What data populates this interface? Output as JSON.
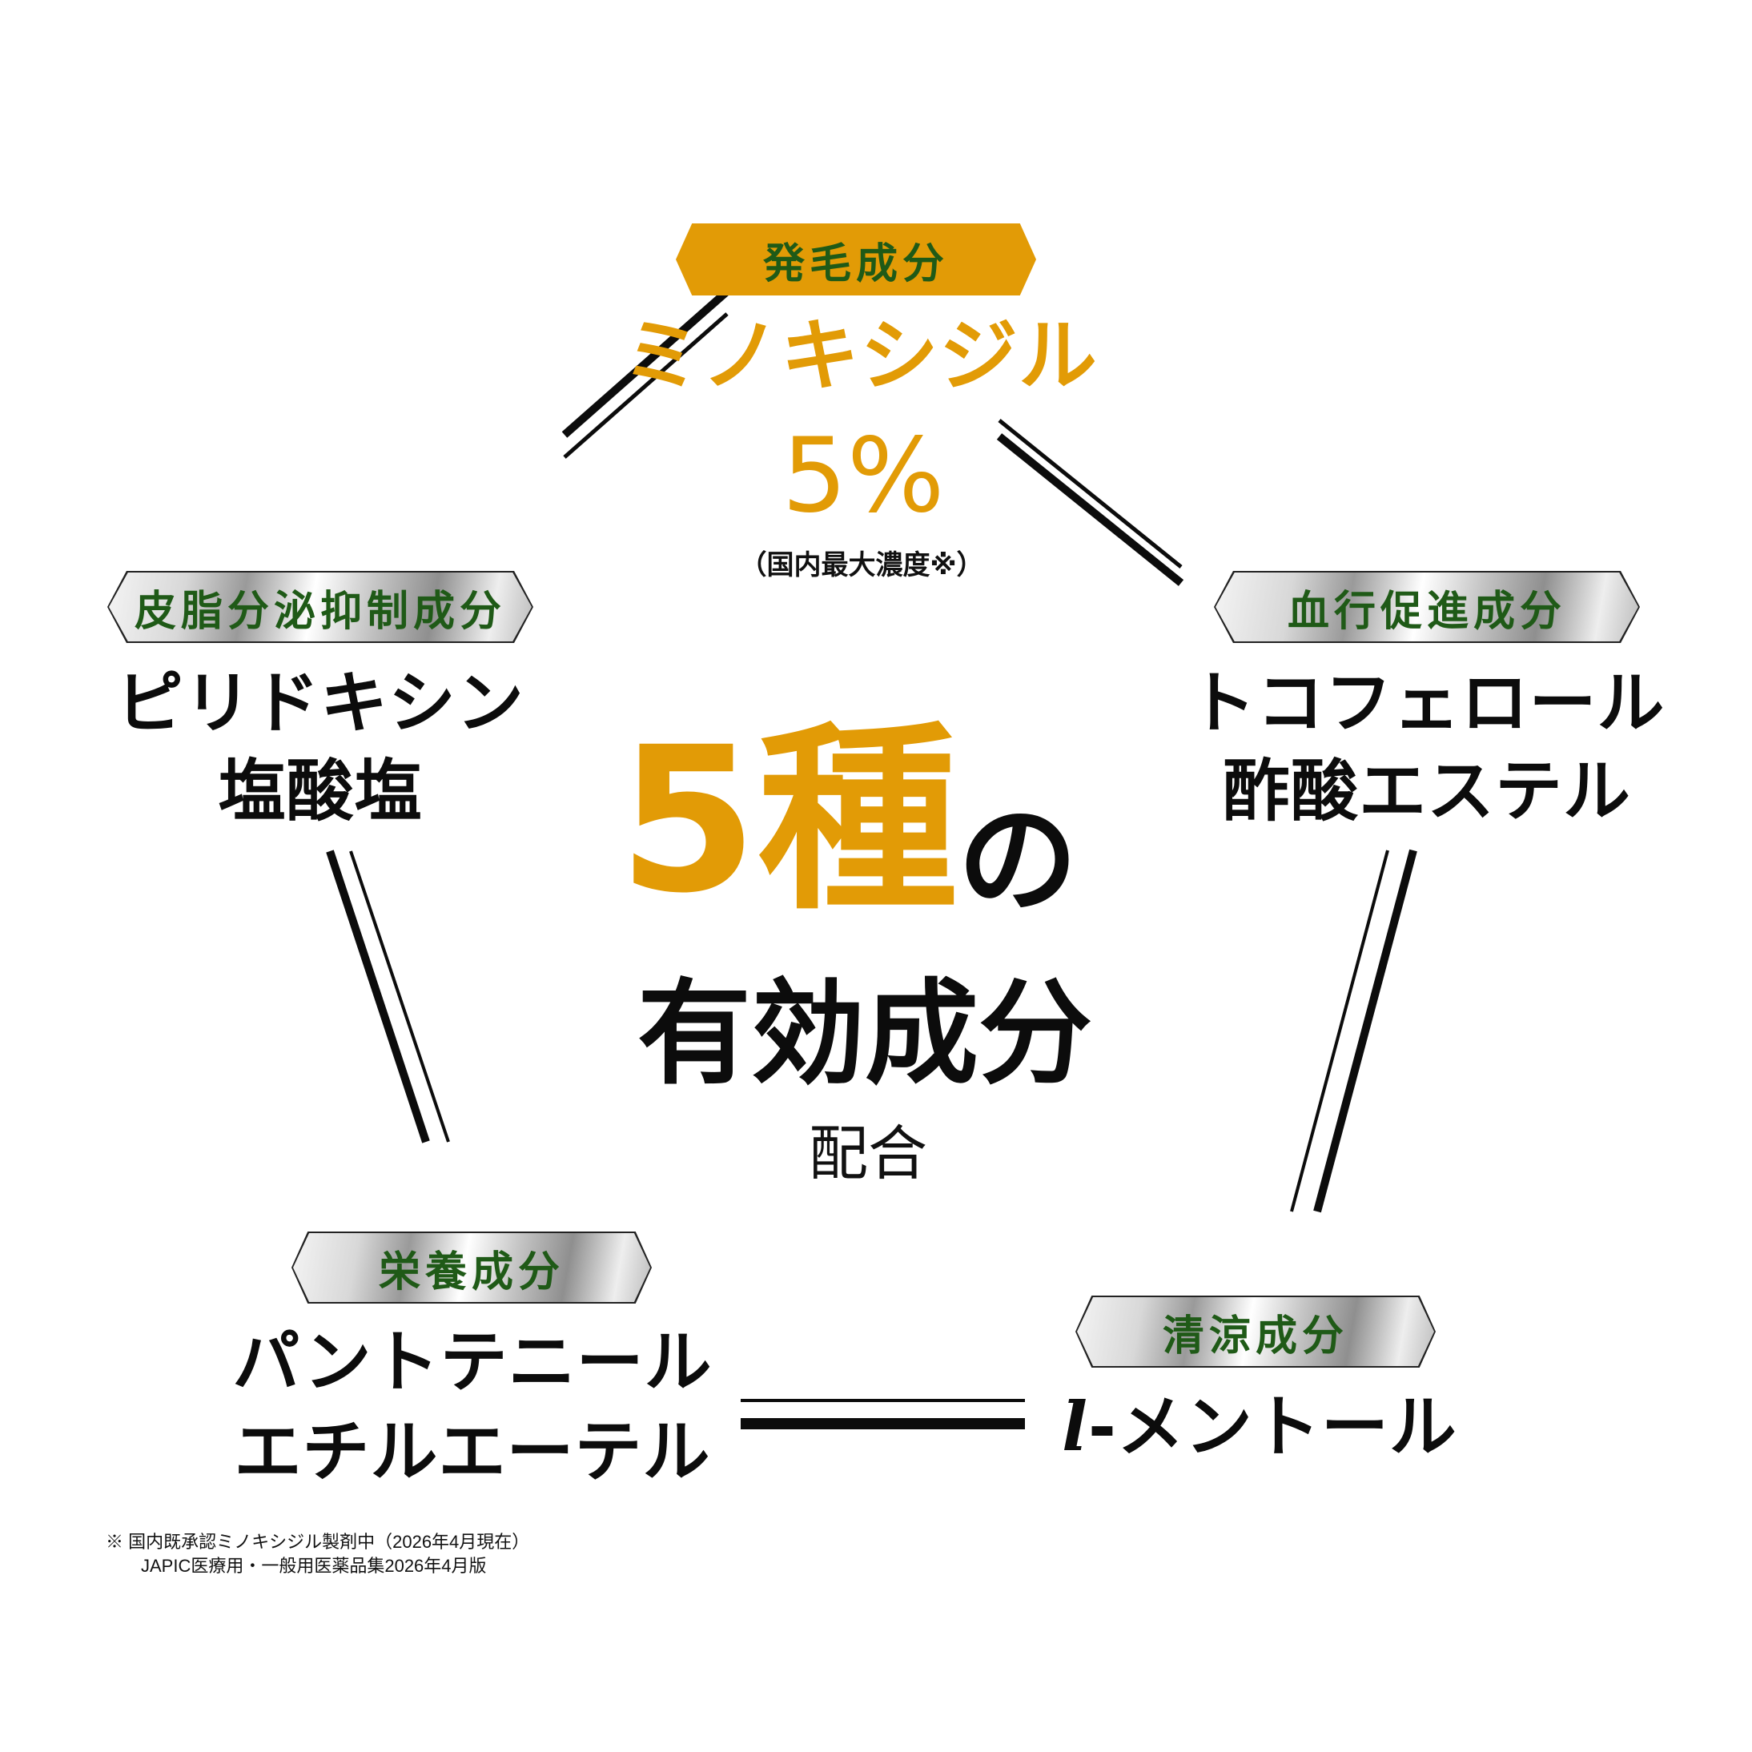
{
  "colors": {
    "accent_gold": "#e29b06",
    "tag_green": "#1f5a17",
    "text": "#0c0c0c"
  },
  "top": {
    "tag": "発毛成分",
    "name": "ミノキシジル",
    "percent": "5%",
    "note": "（国内最大濃度※）"
  },
  "left_upper": {
    "tag": "皮脂分泌抑制成分",
    "line1": "ピリドキシン",
    "line2": "塩酸塩"
  },
  "right_upper": {
    "tag": "血行促進成分",
    "line1": "トコフェロール",
    "line2": "酢酸エステル"
  },
  "left_lower": {
    "tag": "栄養成分",
    "line1": "パントテニール",
    "line2": "エチルエーテル"
  },
  "right_lower": {
    "tag": "清涼成分",
    "name_prefix": "l",
    "name_rest": "-メントール"
  },
  "center": {
    "count": "5",
    "kind": "種",
    "particle": "の",
    "headline": "有効成分",
    "sub": "配合"
  },
  "footnote": {
    "line1": "※ 国内既承認ミノキシジル製剤中（2026年4月現在）",
    "line2": "JAPIC医療用・一般用医薬品集2026年4月版"
  }
}
